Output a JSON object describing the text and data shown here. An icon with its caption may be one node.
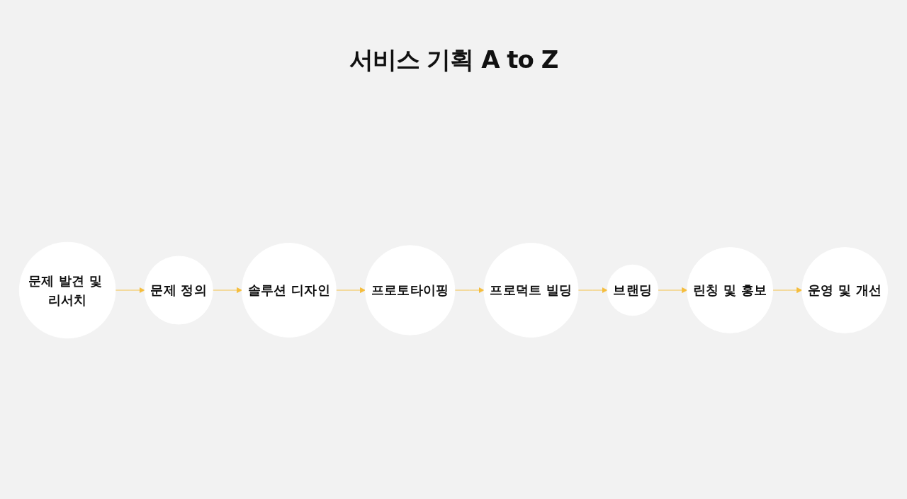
{
  "diagram": {
    "title": "서비스 기획 A to Z",
    "nodes": [
      {
        "text": [
          "문제 발견 및 리서치"
        ]
      },
      {
        "text": [
          "문제 정의"
        ]
      },
      {
        "text": [
          "솔루션 디자인"
        ]
      },
      {
        "text": [
          "프로토타이핑"
        ]
      },
      {
        "text": [
          "프로덕트 빌딩"
        ]
      },
      {
        "text": [
          "브랜딩"
        ]
      },
      {
        "text": [
          "린칭 및 홍보"
        ]
      },
      {
        "text": [
          "운영 및 개선"
        ]
      }
    ],
    "edges": [
      {
        "from": 0,
        "to": 1,
        "arrow": "to"
      },
      {
        "from": 1,
        "to": 2,
        "arrow": "to"
      },
      {
        "from": 2,
        "to": 3,
        "arrow": "to"
      },
      {
        "from": 3,
        "to": 4,
        "arrow": "to"
      },
      {
        "from": 4,
        "to": 5,
        "arrow": "to"
      },
      {
        "from": 5,
        "to": 6,
        "arrow": "to"
      },
      {
        "from": 6,
        "to": 7,
        "arrow": "to"
      }
    ]
  }
}
